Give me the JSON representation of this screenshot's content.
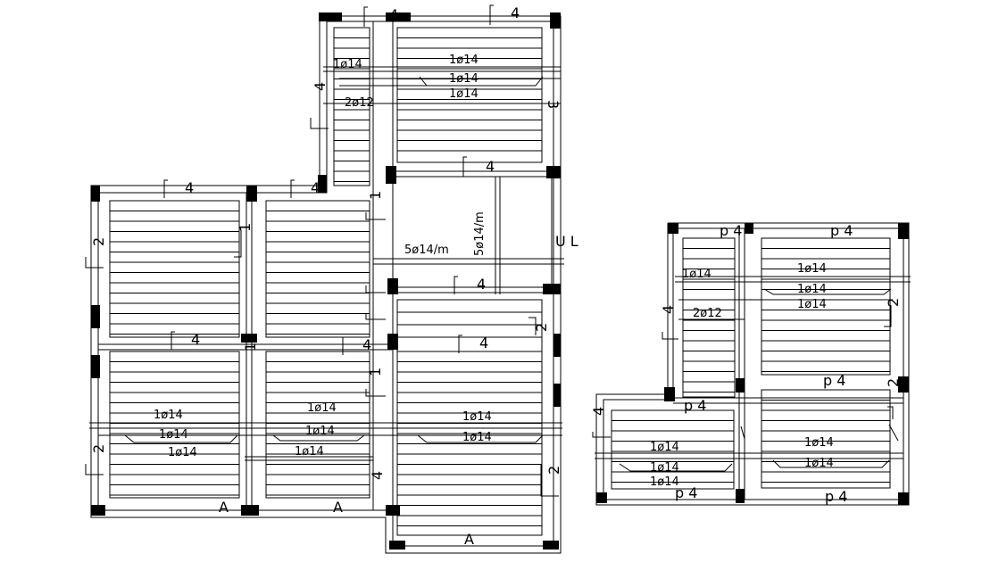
{
  "plans": [
    {
      "rebar_labels": [
        "1ø14",
        "1ø14",
        "1ø14",
        "2ø12",
        "1ø14",
        "1ø14",
        "1ø14",
        "1ø14",
        "1ø14",
        "1ø14",
        "1ø14",
        "1ø14",
        "1ø14"
      ],
      "spacing_labels": [
        "5ø14/m",
        "5ø14/m"
      ],
      "section_marks": [
        "4",
        "4",
        "4",
        "4",
        "4",
        "4",
        "4",
        "4",
        "4",
        "4",
        "4",
        "4",
        "2",
        "2",
        "2",
        "2",
        "1",
        "1",
        "1",
        "1",
        "3",
        "1"
      ],
      "axis_labels": [
        "A",
        "A",
        "A"
      ],
      "opening_label": "U L"
    },
    {
      "rebar_labels": [
        "1ø14",
        "1ø14",
        "1ø14",
        "2ø12",
        "1ø14",
        "1ø14",
        "1ø14",
        "1ø14",
        "1ø14",
        "1ø14"
      ],
      "panel_marks": [
        "p 4",
        "p 4",
        "p 4",
        "p 4",
        "p 4",
        "p 4"
      ],
      "section_marks": [
        "4",
        "4",
        "2",
        "2"
      ]
    }
  ]
}
